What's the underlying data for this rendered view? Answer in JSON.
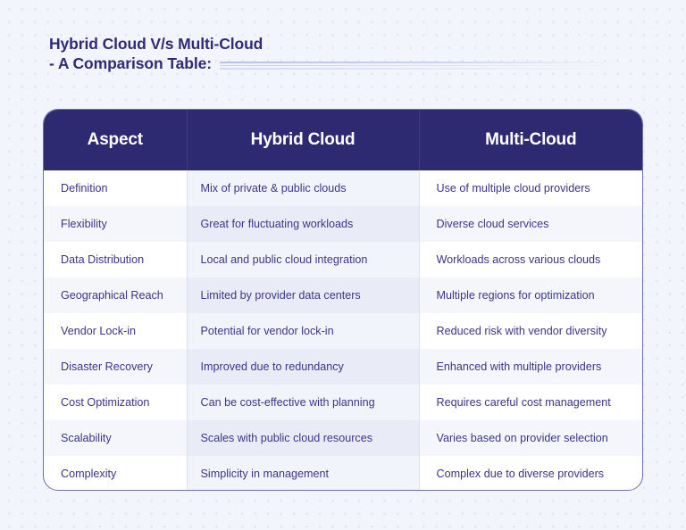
{
  "page": {
    "background_color": "#f3f5fc",
    "accent_color": "#2e2a72",
    "text_color": "#3b3589"
  },
  "title": {
    "line1": "Hybrid Cloud V/s Multi-Cloud",
    "line2": "- A Comparison Table:"
  },
  "table": {
    "headers": [
      "Aspect",
      "Hybrid Cloud",
      "Multi-Cloud"
    ],
    "rows": [
      {
        "aspect": "Definition",
        "hybrid": "Mix of private & public clouds",
        "multi": "Use of multiple cloud providers"
      },
      {
        "aspect": "Flexibility",
        "hybrid": "Great for fluctuating workloads",
        "multi": "Diverse cloud services"
      },
      {
        "aspect": "Data Distribution",
        "hybrid": "Local and public cloud integration",
        "multi": "Workloads across various clouds"
      },
      {
        "aspect": "Geographical Reach",
        "hybrid": "Limited by provider data centers",
        "multi": "Multiple regions for optimization"
      },
      {
        "aspect": "Vendor Lock-in",
        "hybrid": "Potential for vendor lock-in",
        "multi": "Reduced risk with vendor diversity"
      },
      {
        "aspect": "Disaster Recovery",
        "hybrid": "Improved due to redundancy",
        "multi": "Enhanced with multiple providers"
      },
      {
        "aspect": "Cost Optimization",
        "hybrid": "Can be cost-effective with planning",
        "multi": "Requires careful cost management"
      },
      {
        "aspect": "Scalability",
        "hybrid": "Scales with public cloud resources",
        "multi": "Varies based on provider selection"
      },
      {
        "aspect": "Complexity",
        "hybrid": "Simplicity in management",
        "multi": "Complex due to diverse providers"
      }
    ]
  }
}
